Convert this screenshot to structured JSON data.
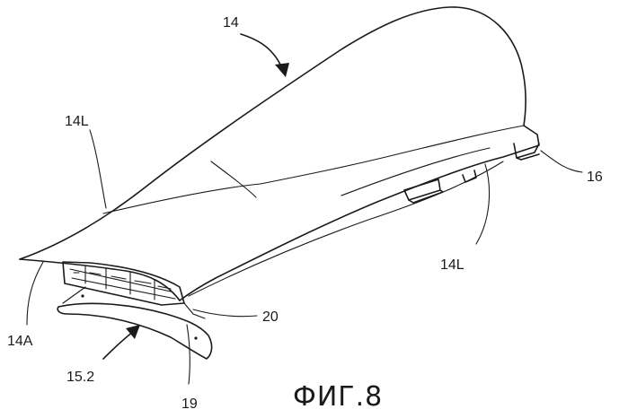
{
  "figure": {
    "caption": "ФИГ.8",
    "labels": {
      "part_14": "14",
      "edge_14l_left": "14L",
      "edge_14l_right": "14L",
      "part_16": "16",
      "part_14a": "14A",
      "part_20": "20",
      "part_15_2": "15.2",
      "part_19": "19"
    }
  }
}
